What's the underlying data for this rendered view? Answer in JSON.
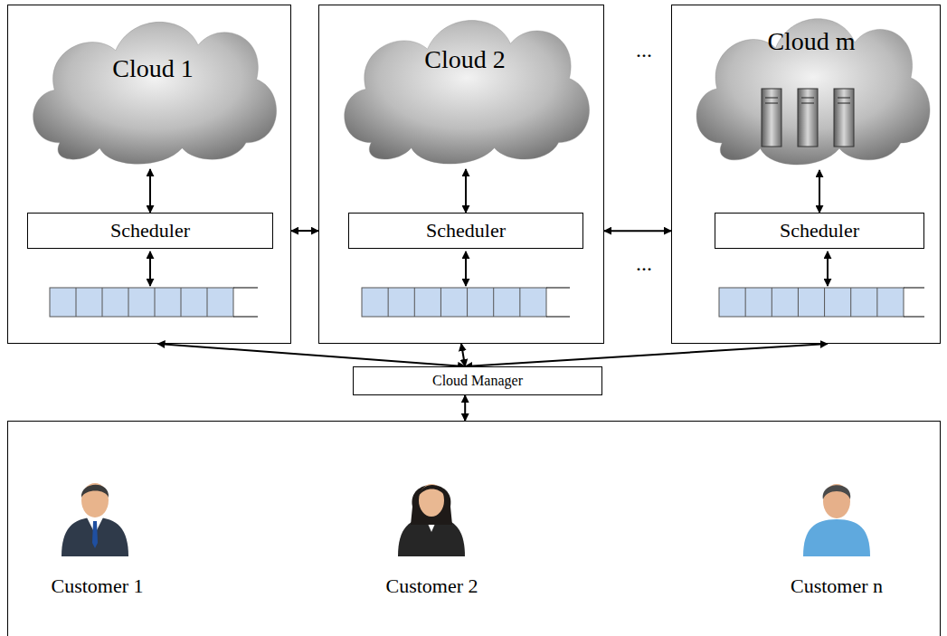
{
  "diagram": {
    "nodes": [
      {
        "text": []
      },
      {
        "text": [
          "Cloud 1"
        ],
        "in": 0
      },
      {
        "text": [
          "Scheduler"
        ],
        "in": 0
      },
      {
        "text": []
      },
      {
        "text": [
          "Cloud 2"
        ],
        "in": 3
      },
      {
        "text": [
          "Scheduler"
        ],
        "in": 3
      },
      {
        "text": []
      },
      {
        "text": [
          "Cloud m"
        ],
        "in": 6
      },
      {
        "text": [
          "Scheduler"
        ],
        "in": 6
      },
      {
        "text": [
          "Cloud Manager"
        ]
      },
      {
        "text": []
      },
      {
        "text": [
          "Customer 1"
        ],
        "in": 10
      },
      {
        "text": [
          "Customer 2"
        ],
        "in": 10
      },
      {
        "text": [
          "Customer n"
        ],
        "in": 10
      }
    ],
    "edges": [
      {
        "from": 1,
        "to": 2,
        "arrow": "both"
      },
      {
        "from": 4,
        "to": 5,
        "arrow": "both"
      },
      {
        "from": 7,
        "to": 8,
        "arrow": "both"
      },
      {
        "from": 0,
        "to": 3,
        "arrow": "both"
      },
      {
        "from": 3,
        "to": 6,
        "arrow": "both"
      },
      {
        "from": 9,
        "to": 0,
        "arrow": "both"
      },
      {
        "from": 9,
        "to": 3,
        "arrow": "both"
      },
      {
        "from": 9,
        "to": 6,
        "arrow": "both"
      },
      {
        "from": 9,
        "to": 10,
        "arrow": "both"
      }
    ],
    "labels": [
      "...",
      "..."
    ]
  }
}
